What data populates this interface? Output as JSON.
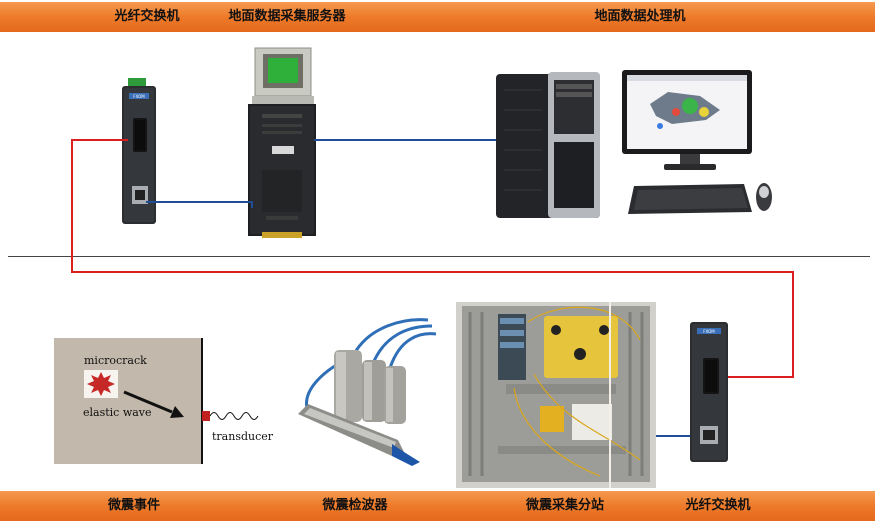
{
  "header": {
    "labels": [
      "光纤交换机",
      "地面数据采集服务器",
      "地面数据处理机"
    ]
  },
  "footer": {
    "labels": [
      "微震事件",
      "微震检波器",
      "微震采集分站",
      "光纤交换机"
    ]
  },
  "event_panel": {
    "microcrack": "microcrack",
    "elastic_wave": "elastic wave",
    "transducer": "transducer"
  },
  "device_brand": "FXOM",
  "colors": {
    "header_bar": "#ee7a2a",
    "fiber_link": "#dd1e1e",
    "ethernet_link": "#1e4c96"
  }
}
